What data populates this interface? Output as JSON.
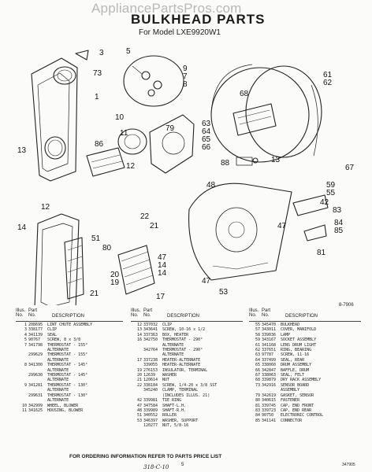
{
  "watermark": "AppliancePartsPros.com",
  "title": "BULKHEAD PARTS",
  "subtitle": "For Model LXE9920W1",
  "figure_code": "8-7906",
  "callouts": [
    "3",
    "73",
    "1",
    "13",
    "86",
    "12",
    "5",
    "9",
    "7",
    "8",
    "10",
    "11",
    "79",
    "68",
    "61",
    "62",
    "63",
    "64",
    "65",
    "66",
    "67",
    "88",
    "13",
    "59",
    "55",
    "42",
    "48",
    "83",
    "47",
    "84",
    "85",
    "81",
    "47",
    "21",
    "14",
    "12",
    "51",
    "22",
    "21",
    "80",
    "20",
    "19",
    "17",
    "47",
    "14",
    "14",
    "53"
  ],
  "table_header": {
    "illus": "Illus.\nNo.",
    "part": "Part\nNo.",
    "description": "DESCRIPTION"
  },
  "parts_col1": [
    {
      "no": "1",
      "pn": "208695",
      "desc": "LINT CHUTE ASSEMBLY"
    },
    {
      "no": "3",
      "pn": "338177",
      "desc": "CLIP"
    },
    {
      "no": "4",
      "pn": "341139",
      "desc": "SEAL"
    },
    {
      "no": "5",
      "pn": "90767",
      "desc": "SCREW, 8 x 3/8"
    },
    {
      "no": "7",
      "pn": "341798",
      "desc": "THERMOSTAT - 155°"
    },
    {
      "no": "",
      "pn": "",
      "desc": "ALTERNATE"
    },
    {
      "no": "",
      "pn": "299629",
      "desc": "THERMOSTAT - 155°"
    },
    {
      "no": "",
      "pn": "",
      "desc": "ALTERNATE"
    },
    {
      "no": "8",
      "pn": "341300",
      "desc": "THERMOSTAT - 145°"
    },
    {
      "no": "",
      "pn": "",
      "desc": "ALTERNATE"
    },
    {
      "no": "",
      "pn": "299630",
      "desc": "THERMOSTAT - 145°"
    },
    {
      "no": "",
      "pn": "",
      "desc": "ALTERNATE"
    },
    {
      "no": "9",
      "pn": "341281",
      "desc": "THERMOSTAT - 130°"
    },
    {
      "no": "",
      "pn": "",
      "desc": "ALTERNATE"
    },
    {
      "no": "",
      "pn": "299631",
      "desc": "THERMOSTAT - 130°"
    },
    {
      "no": "",
      "pn": "",
      "desc": "ALTERNATE"
    },
    {
      "no": "10",
      "pn": "342999",
      "desc": "WHEEL, BLOWER"
    },
    {
      "no": "11",
      "pn": "341625",
      "desc": "HOUSING, BLOWER"
    }
  ],
  "parts_col2": [
    {
      "no": "12",
      "pn": "337032",
      "desc": "CLIP"
    },
    {
      "no": "13",
      "pn": "343641",
      "desc": "SCREW, 10-16 x 1/2"
    },
    {
      "no": "14",
      "pn": "337363",
      "desc": "BOX, HEATER"
    },
    {
      "no": "16",
      "pn": "342750",
      "desc": "THERMOSTAT - 290°"
    },
    {
      "no": "",
      "pn": "",
      "desc": "ALTERNATE"
    },
    {
      "no": "",
      "pn": "342764",
      "desc": "THERMOSTAT - 290°"
    },
    {
      "no": "",
      "pn": "",
      "desc": "ALTERNATE"
    },
    {
      "no": "17",
      "pn": "337238",
      "desc": "HEATER-ALTERNATE"
    },
    {
      "no": "",
      "pn": "339055",
      "desc": "HEATER-ALTERNATE"
    },
    {
      "no": "19",
      "pn": "276153",
      "desc": "INSULATOR, TERMINAL"
    },
    {
      "no": "20",
      "pn": "12639",
      "desc": "WASHER"
    },
    {
      "no": "21",
      "pn": "120614",
      "desc": "NUT"
    },
    {
      "no": "22",
      "pn": "338184",
      "desc": "SCREW, 1/4-20 x 3/8 SST"
    },
    {
      "no": "",
      "pn": "345240",
      "desc": "CLAMP, TERMINAL"
    },
    {
      "no": "",
      "pn": "",
      "desc": "(INCLUDES ILLUS. 21)"
    },
    {
      "no": "42",
      "pn": "339981",
      "desc": "TIE RING"
    },
    {
      "no": "47",
      "pn": "347584",
      "desc": "SHAFT-L.H."
    },
    {
      "no": "48",
      "pn": "339989",
      "desc": "SHAFT-R.H."
    },
    {
      "no": "51",
      "pn": "340552",
      "desc": "ROLLER"
    },
    {
      "no": "53",
      "pn": "346397",
      "desc": "WASHER, SUPPORT"
    },
    {
      "no": "",
      "pn": "120277",
      "desc": "NUT, 5/8-16"
    }
  ],
  "parts_col3": [
    {
      "no": "55",
      "pn": "345470",
      "desc": "BULKHEAD"
    },
    {
      "no": "57",
      "pn": "343011",
      "desc": "COVER, MANIFOLD"
    },
    {
      "no": "58",
      "pn": "339036",
      "desc": "LAMP"
    },
    {
      "no": "59",
      "pn": "343167",
      "desc": "SOCKET ASSEMBLY"
    },
    {
      "no": "61",
      "pn": "341168",
      "desc": "LENS DRUM LIGHT"
    },
    {
      "no": "62",
      "pn": "337651",
      "desc": "RING, BEARING"
    },
    {
      "no": "63",
      "pn": "97787",
      "desc": "SCREW, 11-16"
    },
    {
      "no": "64",
      "pn": "337499",
      "desc": "SEAL, REAR"
    },
    {
      "no": "65",
      "pn": "338060",
      "desc": "DRUM ASSEMBLY"
    },
    {
      "no": "66",
      "pn": "342847",
      "desc": "BAFFLE, DRUM"
    },
    {
      "no": "67",
      "pn": "338063",
      "desc": "SEAL, FELT"
    },
    {
      "no": "68",
      "pn": "339879",
      "desc": "DRY RACK ASSEMBLY"
    },
    {
      "no": "73",
      "pn": "342916",
      "desc": "SENSOR BOARD"
    },
    {
      "no": "",
      "pn": "",
      "desc": "ASSEMBLY"
    },
    {
      "no": "79",
      "pn": "342619",
      "desc": "GASKET, SENSOR"
    },
    {
      "no": "80",
      "pn": "340615",
      "desc": "FASTENER"
    },
    {
      "no": "81",
      "pn": "339745",
      "desc": "CAP, END FRONT"
    },
    {
      "no": "83",
      "pn": "339723",
      "desc": "CAP, END REAR"
    },
    {
      "no": "84",
      "pn": "90750",
      "desc": "ELECTRONIC CONTROL"
    },
    {
      "no": "85",
      "pn": "341141",
      "desc": "CONNECTOR"
    }
  ],
  "footer": "FOR ORDERING INFORMATION REFER TO PARTS PRICE LIST",
  "page_number": "5",
  "handwritten_note": "318-C-10",
  "print_code": "347905"
}
